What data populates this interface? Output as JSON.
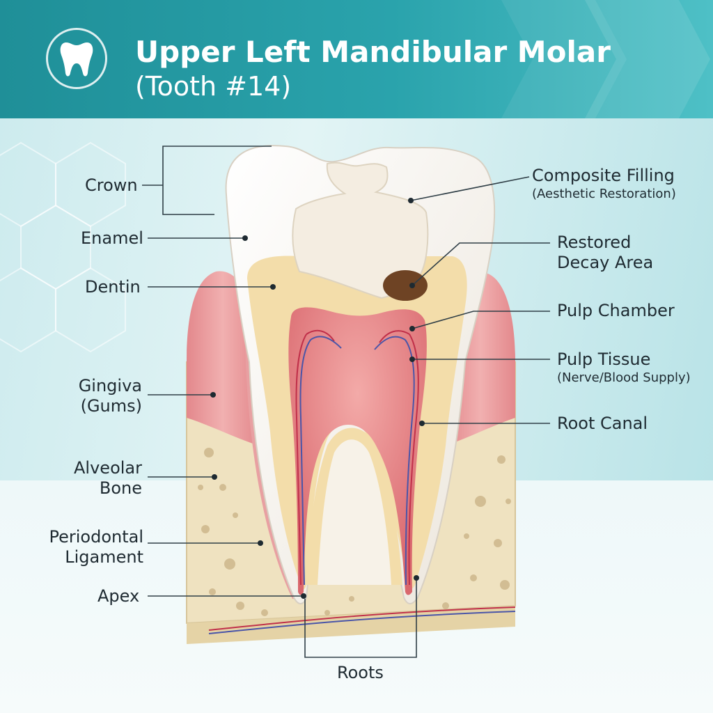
{
  "header": {
    "title_line1": "Upper Left Mandibular Molar",
    "title_line2": "(Tooth #14)",
    "logo_icon": "tooth-icon"
  },
  "labels": {
    "crown": "Crown",
    "enamel": "Enamel",
    "dentin": "Dentin",
    "gingiva_line1": "Gingiva",
    "gingiva_line2": "(Gums)",
    "alveolar_line1": "Alveolar",
    "alveolar_line2": "Bone",
    "periodontal_line1": "Periodontal",
    "periodontal_line2": "Ligament",
    "apex": "Apex",
    "composite_filling": "Composite Filling",
    "composite_filling_sub": "(Aesthetic Restoration)",
    "restored_line1": "Restored",
    "restored_line2": "Decay Area",
    "pulp_chamber": "Pulp Chamber",
    "pulp_tissue": "Pulp Tissue",
    "pulp_tissue_sub": "(Nerve/Blood Supply)",
    "root_canal": "Root Canal",
    "roots": "Roots"
  },
  "colors": {
    "header": "#2aa3ac",
    "enamel": "#f7f4ee",
    "dentin": "#f3ddaa",
    "pulp": "#e27a7e",
    "gum": "#e89a9c",
    "bone": "#efe2c0",
    "decay": "#6e4324"
  }
}
